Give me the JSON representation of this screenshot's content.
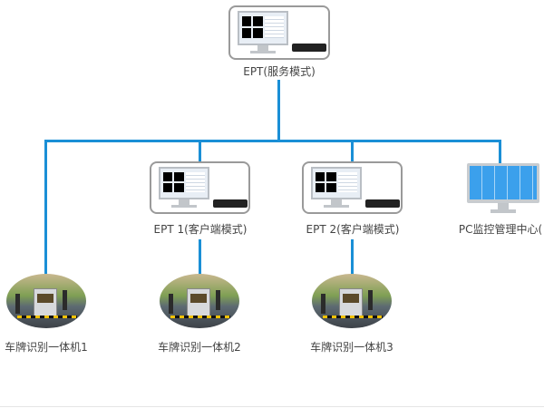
{
  "colors": {
    "line": "#1a8fd6",
    "box_border": "#9a9a9a"
  },
  "nodes": {
    "server": {
      "label": "EPT(服务模式)",
      "icon": "monitor-with-dvr-icon"
    },
    "client1": {
      "label": "EPT 1(客户端模式)",
      "icon": "monitor-with-dvr-icon"
    },
    "client2": {
      "label": "EPT 2(客户端模式)",
      "icon": "monitor-with-dvr-icon"
    },
    "pc": {
      "label": "PC监控管理中心(",
      "icon": "pc-monitor-icon"
    },
    "cams": [
      {
        "label": "车牌识别一体机1",
        "icon": "parking-gate-photo"
      },
      {
        "label": "车牌识别一体机2",
        "icon": "parking-gate-photo"
      },
      {
        "label": "车牌识别一体机3",
        "icon": "parking-gate-photo"
      }
    ]
  }
}
